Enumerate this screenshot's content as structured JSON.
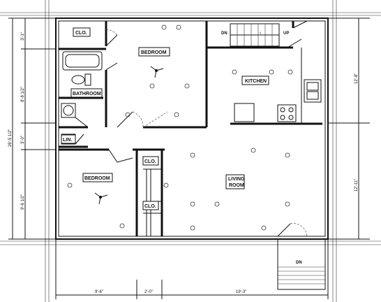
{
  "rooms": {
    "closet_top": "CLO.",
    "bedroom_top": "BEDROOM",
    "bathroom": "BATHROOM",
    "kitchen": "KITCHEN",
    "linen": "LIN.",
    "bedroom_bottom": "BEDROOM",
    "closet_mid": "CLO.",
    "closet_low": "CLO.",
    "living_room_line1": "LIVING",
    "living_room_line2": "ROOM"
  },
  "stairs": {
    "down_label": "DN",
    "up_label": "UP",
    "exterior_down_label": "DN"
  },
  "dimensions": {
    "left_total": "26'-5 1/2\"",
    "left_segments": [
      "3'-1\"",
      "8'-8 1/2\"",
      "3'-0\"",
      "9'-6 1/2\""
    ],
    "right_segments": [
      "12'-8\"",
      "12'-11\""
    ],
    "bottom_segments": [
      "9'-6\"",
      "2'-0\"",
      "19'-3\""
    ]
  }
}
